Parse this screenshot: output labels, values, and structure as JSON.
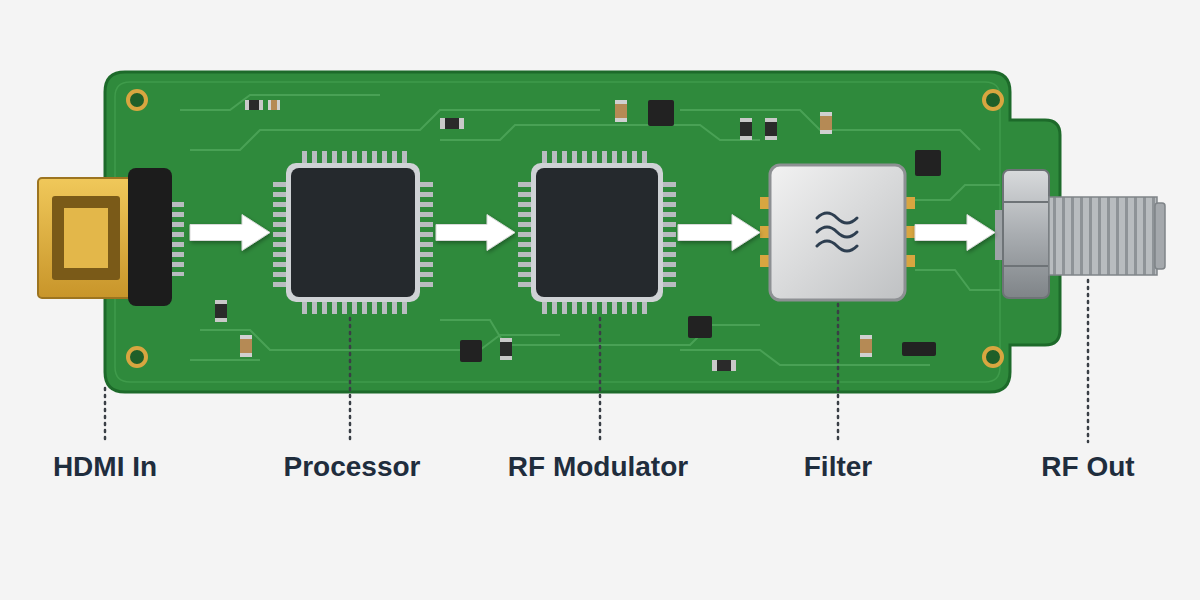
{
  "diagram": {
    "nodes": [
      {
        "text": [
          "HDMI In"
        ]
      },
      {
        "text": [
          "Processor"
        ]
      },
      {
        "text": [
          "RF Modulator"
        ]
      },
      {
        "text": [
          "Filter"
        ]
      },
      {
        "text": [
          "RF Out"
        ]
      }
    ],
    "edges": [
      {
        "from": 0,
        "to": 1,
        "arrow": "to"
      },
      {
        "from": 1,
        "to": 2,
        "arrow": "to"
      },
      {
        "from": 2,
        "to": 3,
        "arrow": "to"
      },
      {
        "from": 3,
        "to": 4,
        "arrow": "to"
      }
    ]
  }
}
